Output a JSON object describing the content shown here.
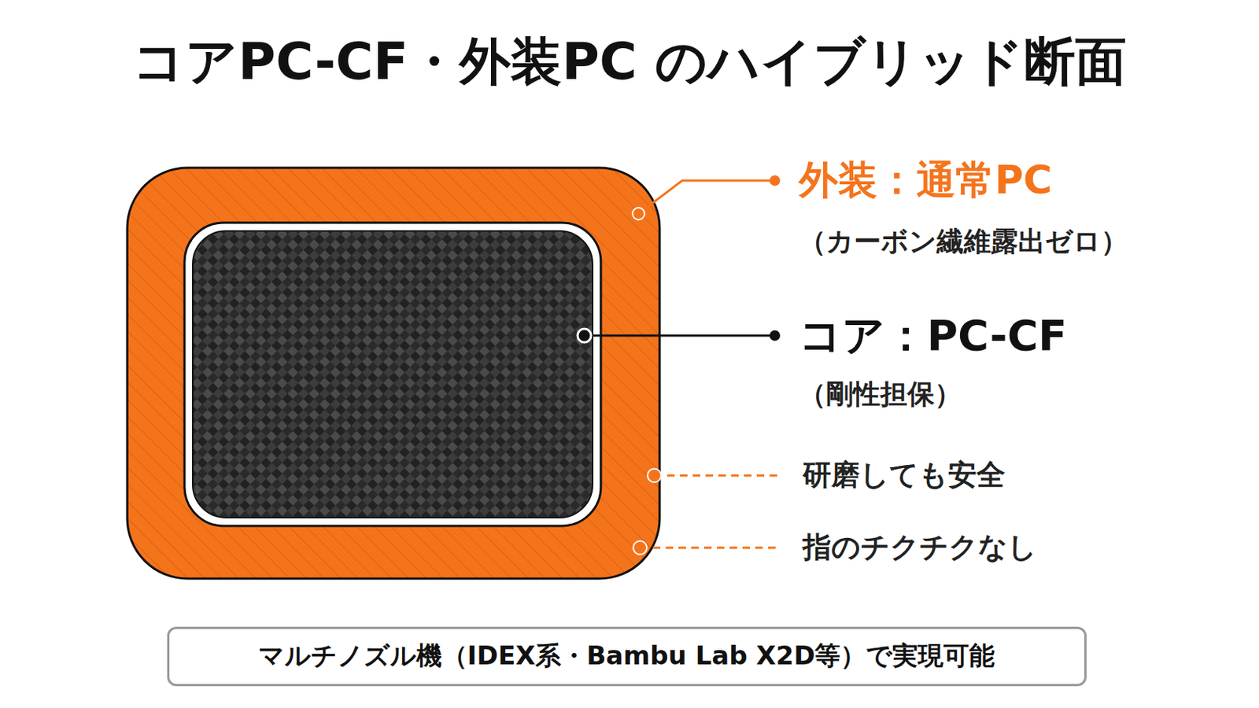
{
  "diagram": {
    "title": "コアPC-CF・外装PC のハイブリッド断面",
    "nodes": [
      {
        "text": [
          "マルチノズル機（IDEX系・Bambu Lab X2D等）で実現可能"
        ]
      }
    ],
    "labels": [
      "外装：通常PC",
      "（カーボン繊維露出ゼロ）",
      "コア：PC-CF",
      "（剛性担保）",
      "研磨しても安全",
      "指のチクチクなし"
    ]
  }
}
